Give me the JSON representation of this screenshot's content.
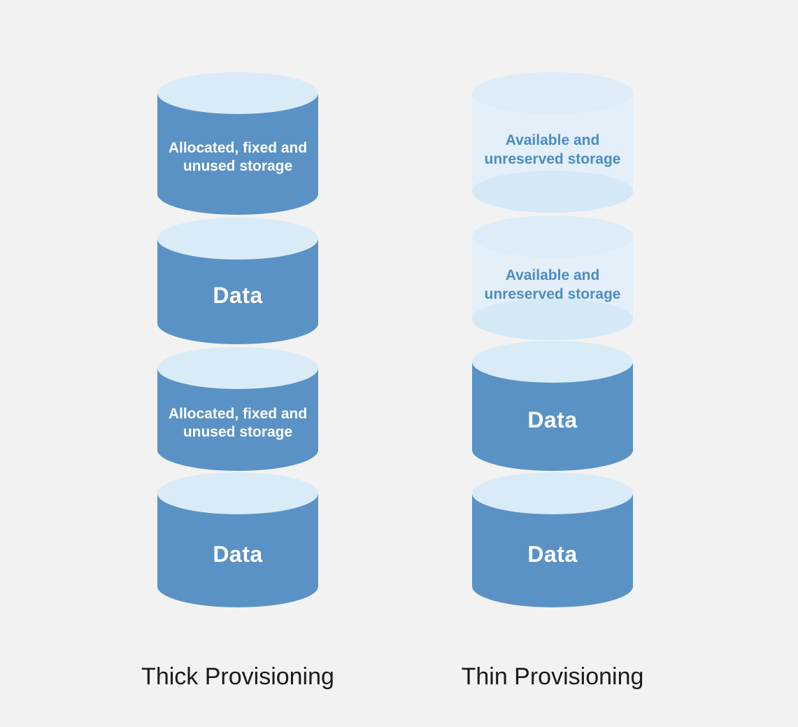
{
  "colors": {
    "background": "#f2f2f2",
    "cylinder_blue": "#5b92c5",
    "cylinder_lid_light": "#d9ebf7",
    "thin_available_body": "#e3eff9",
    "thin_available_lid": "#ddecf7",
    "thin_available_bottom": "#d5e8f5",
    "label_on_blue": "#ffffff",
    "label_on_light": "#4d8cc3",
    "caption_text": "#1a1a1a"
  },
  "columns": [
    {
      "caption": "Thick Provisioning",
      "cylinders": [
        {
          "label": "Allocated, fixed and\nunused storage",
          "style": "allocated"
        },
        {
          "label": "Data",
          "style": "data"
        },
        {
          "label": "Allocated, fixed and\nunused storage",
          "style": "allocated"
        },
        {
          "label": "Data",
          "style": "data"
        }
      ]
    },
    {
      "caption": "Thin Provisioning",
      "cylinders": [
        {
          "label": "Available and\nunreserved storage",
          "style": "available"
        },
        {
          "label": "Available and\nunreserved storage",
          "style": "available"
        },
        {
          "label": "Data",
          "style": "data"
        },
        {
          "label": "Data",
          "style": "data"
        }
      ]
    }
  ]
}
